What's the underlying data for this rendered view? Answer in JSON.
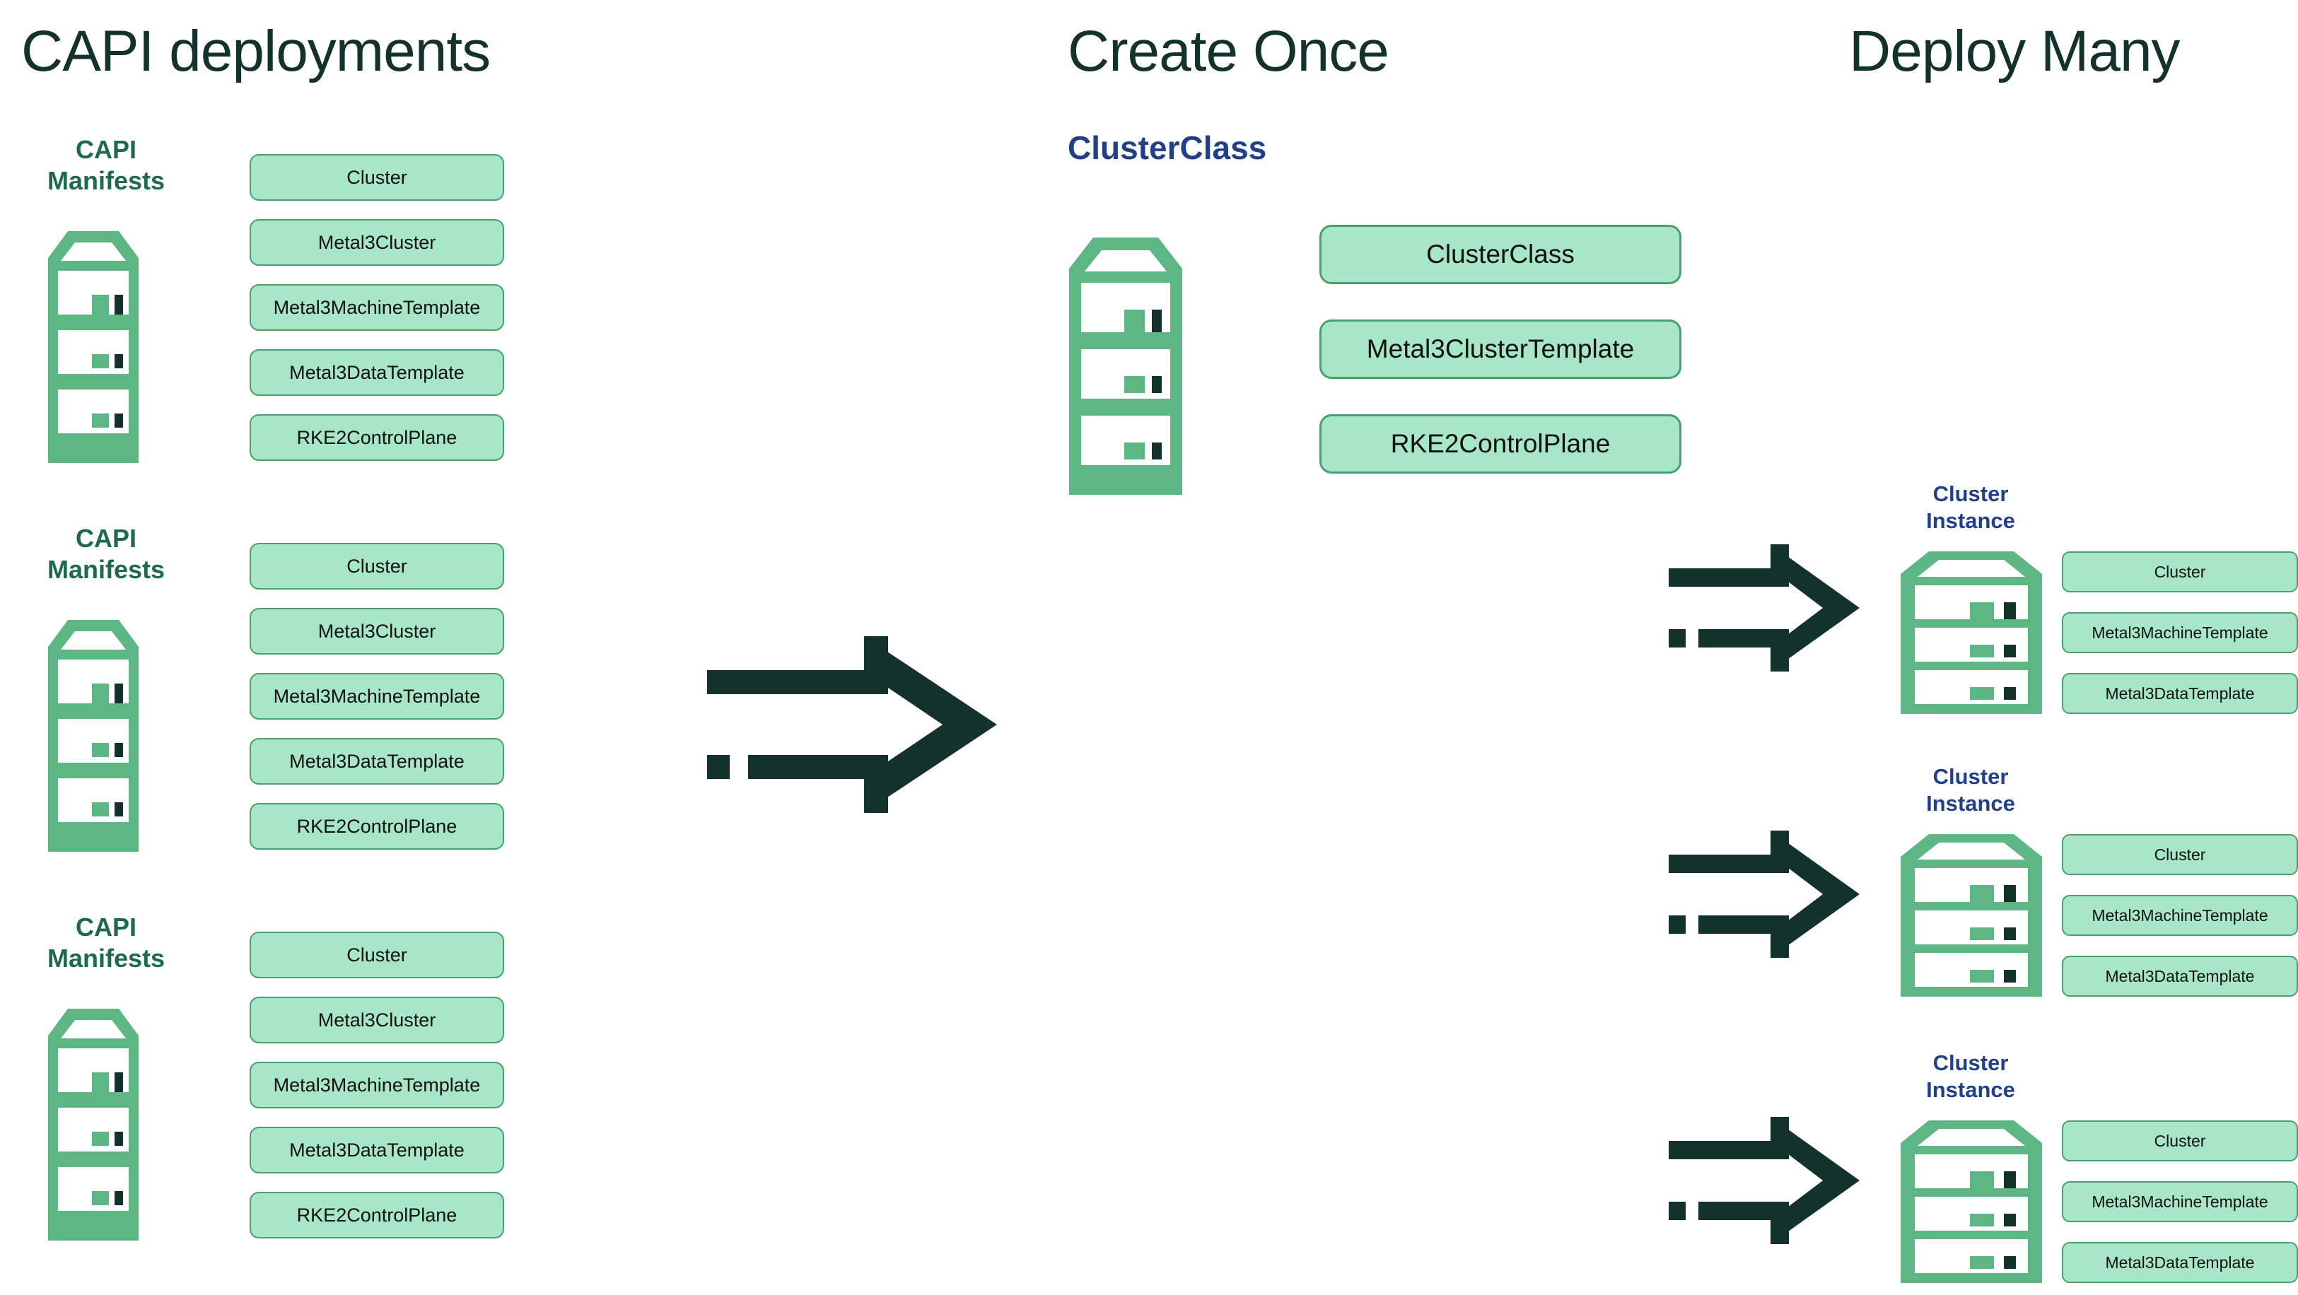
{
  "columns": {
    "left": {
      "title": "CAPI deployments"
    },
    "middle": {
      "title": "Create Once",
      "subtitle": "ClusterClass"
    },
    "right": {
      "title": "Deploy Many"
    }
  },
  "labels": {
    "capi_manifests": "CAPI\nManifests",
    "capi_manifests_line1": "CAPI",
    "capi_manifests_line2": "Manifests",
    "cluster_instance_line1": "Cluster",
    "cluster_instance_line2": "Instance"
  },
  "capi_groups": [
    {
      "label_line1": "CAPI",
      "label_line2": "Manifests",
      "manifests": [
        "Cluster",
        "Metal3Cluster",
        "Metal3MachineTemplate",
        "Metal3DataTemplate",
        "RKE2ControlPlane"
      ]
    },
    {
      "label_line1": "CAPI",
      "label_line2": "Manifests",
      "manifests": [
        "Cluster",
        "Metal3Cluster",
        "Metal3MachineTemplate",
        "Metal3DataTemplate",
        "RKE2ControlPlane"
      ]
    },
    {
      "label_line1": "CAPI",
      "label_line2": "Manifests",
      "manifests": [
        "Cluster",
        "Metal3Cluster",
        "Metal3MachineTemplate",
        "Metal3DataTemplate",
        "RKE2ControlPlane"
      ]
    }
  ],
  "clusterclass_group": {
    "manifests": [
      "ClusterClass",
      "Metal3ClusterTemplate",
      "RKE2ControlPlane"
    ]
  },
  "cluster_instances": [
    {
      "label_line1": "Cluster",
      "label_line2": "Instance",
      "manifests": [
        "Cluster",
        "Metal3MachineTemplate",
        "Metal3DataTemplate"
      ]
    },
    {
      "label_line1": "Cluster",
      "label_line2": "Instance",
      "manifests": [
        "Cluster",
        "Metal3MachineTemplate",
        "Metal3DataTemplate"
      ]
    },
    {
      "label_line1": "Cluster",
      "label_line2": "Instance",
      "manifests": [
        "Cluster",
        "Metal3MachineTemplate",
        "Metal3DataTemplate"
      ]
    }
  ],
  "colors": {
    "dark_text": "#14322c",
    "rack_green": "#5cb784",
    "box_fill": "#a7e6c7",
    "box_border": "#4a9e70",
    "label_blue": "#22408a",
    "label_green": "#1d6b4a",
    "background": "#ffffff"
  }
}
